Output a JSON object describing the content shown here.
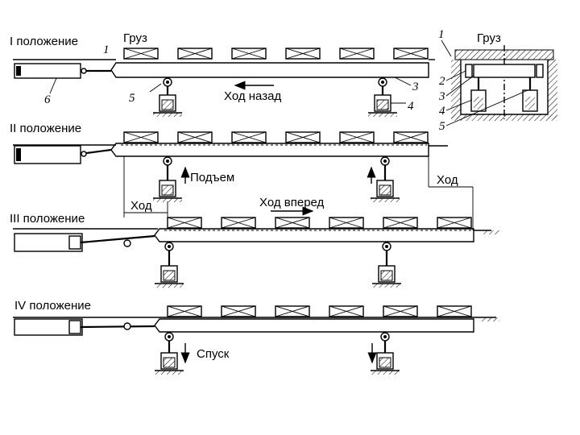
{
  "positions": [
    {
      "label": "I положение"
    },
    {
      "label": "II положение"
    },
    {
      "label": "III положение"
    },
    {
      "label": "IV положение"
    }
  ],
  "labels": {
    "cargo_main": "Груз",
    "cargo_section": "Груз",
    "move_back": "Ход назад",
    "lift": "Подъем",
    "stroke_left": "Ход",
    "stroke_right": "Ход",
    "move_forward": "Ход вперед",
    "lower": "Спуск"
  },
  "callouts": {
    "main_1": "1",
    "main_3": "3",
    "main_4": "4",
    "main_5": "5",
    "main_6": "6",
    "sec_1": "1",
    "sec_2": "2",
    "sec_3": "3",
    "sec_4": "4",
    "sec_5": "5"
  }
}
